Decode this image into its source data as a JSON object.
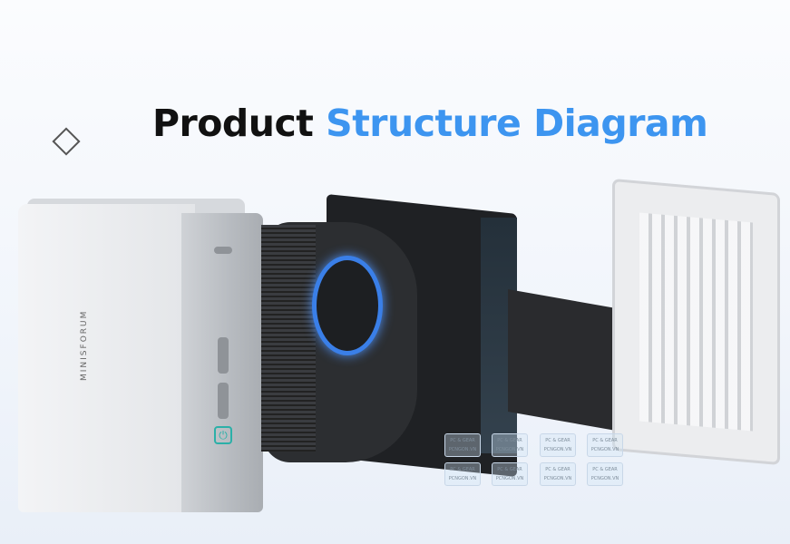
{
  "headline": {
    "part1": "Product",
    "part2": "Structure Diagram"
  },
  "brand": "MINISFORUM",
  "colors": {
    "accent": "#3d95f0",
    "fan_ring": "#3a7fe8",
    "power_button": "#2bb0a8"
  },
  "watermark": {
    "line1": "PC & GEAR",
    "line2": "PCNGON.VN"
  },
  "icons": [
    "power-icon"
  ]
}
